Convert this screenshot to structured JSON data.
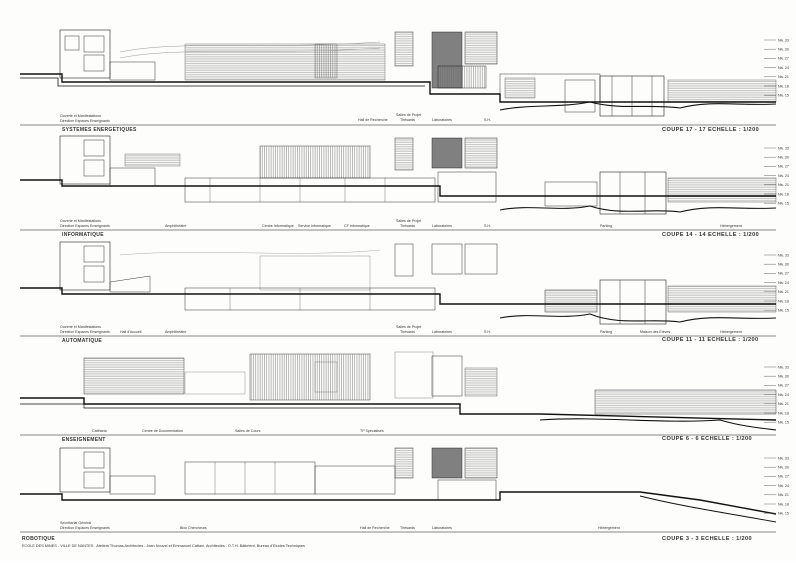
{
  "sections": [
    {
      "section_title": "",
      "coupe": "COUPE 17 - 17 ECHELLE : 1/200",
      "labels": [
        {
          "id": "a",
          "text": "Ouverte et Manifestations"
        },
        {
          "id": "b",
          "text": "Direction Espaces Enseignants"
        },
        {
          "id": "c",
          "text": "Salles de Projet"
        },
        {
          "id": "d",
          "text": "Hall de Recherche"
        },
        {
          "id": "e",
          "text": "Thésards"
        },
        {
          "id": "f",
          "text": "Laboratoires"
        },
        {
          "id": "g",
          "text": "S.H."
        }
      ]
    },
    {
      "section_title": "SYSTEMES ENERGETIQUES",
      "coupe": "COUPE 14 - 14 ECHELLE : 1/200",
      "labels": [
        {
          "id": "a",
          "text": "Ouverte et Manifestations"
        },
        {
          "id": "b",
          "text": "Direction Espaces Enseignants"
        },
        {
          "id": "c",
          "text": "Amphithéâtre"
        },
        {
          "id": "d",
          "text": "Centre Informatique"
        },
        {
          "id": "e",
          "text": "Service Informatique"
        },
        {
          "id": "f",
          "text": "CF Informatique"
        },
        {
          "id": "g",
          "text": "Salles de Projet"
        },
        {
          "id": "h",
          "text": "Thésards"
        },
        {
          "id": "i",
          "text": "Laboratoires"
        },
        {
          "id": "j",
          "text": "S.H."
        },
        {
          "id": "k",
          "text": "Parking"
        },
        {
          "id": "l",
          "text": "Hébergement"
        }
      ]
    },
    {
      "section_title": "INFORMATIQUE",
      "coupe": "COUPE 11 - 11 ECHELLE : 1/200",
      "labels": [
        {
          "id": "a",
          "text": "Ouverte et Manifestations"
        },
        {
          "id": "b",
          "text": "Direction Espaces Enseignants"
        },
        {
          "id": "c",
          "text": "Hall d'Accueil"
        },
        {
          "id": "d",
          "text": "Amphithéâtre"
        },
        {
          "id": "e",
          "text": "Salles de Projet"
        },
        {
          "id": "f",
          "text": "Thésards"
        },
        {
          "id": "g",
          "text": "Laboratoires"
        },
        {
          "id": "h",
          "text": "S.H."
        },
        {
          "id": "i",
          "text": "Parking"
        },
        {
          "id": "j",
          "text": "Maison des Elèves"
        },
        {
          "id": "k",
          "text": "Hébergement"
        }
      ]
    },
    {
      "section_title": "AUTOMATIQUE",
      "coupe": "COUPE 6 - 6 ECHELLE : 1/200",
      "labels": [
        {
          "id": "a",
          "text": "Cafétaria"
        },
        {
          "id": "b",
          "text": "Centre de Documentation"
        },
        {
          "id": "c",
          "text": "Salles de Cours"
        },
        {
          "id": "d",
          "text": "TP Spécialisés"
        }
      ]
    },
    {
      "section_title": "ENSEIGNEMENT",
      "coupe": "COUPE 3 - 3 ECHELLE : 1/200",
      "labels": [
        {
          "id": "a",
          "text": "Secrétariat Général"
        },
        {
          "id": "b",
          "text": "Direction Espaces Enseignants"
        },
        {
          "id": "c",
          "text": "Bloc Chercheurs"
        },
        {
          "id": "d",
          "text": "Hall de Recherche"
        },
        {
          "id": "e",
          "text": "Thésards"
        },
        {
          "id": "f",
          "text": "Laboratoires"
        },
        {
          "id": "g",
          "text": "Hébergement"
        }
      ]
    }
  ],
  "footer_title": "ROBOTIQUE",
  "credits": "ECOLE DES MINES - VILLE DE NANTES  .  Ateliers Thomas Architectes  .  Jean Nouvel et Emmanuel Cattani, Architectes  .  O.T.H. Bâtiment, Bureau d'Etudes Techniques",
  "levels": [
    "Niv. 33",
    "Niv. 30",
    "Niv. 27",
    "Niv. 24",
    "Niv. 21",
    "Niv. 18",
    "Niv. 15"
  ]
}
